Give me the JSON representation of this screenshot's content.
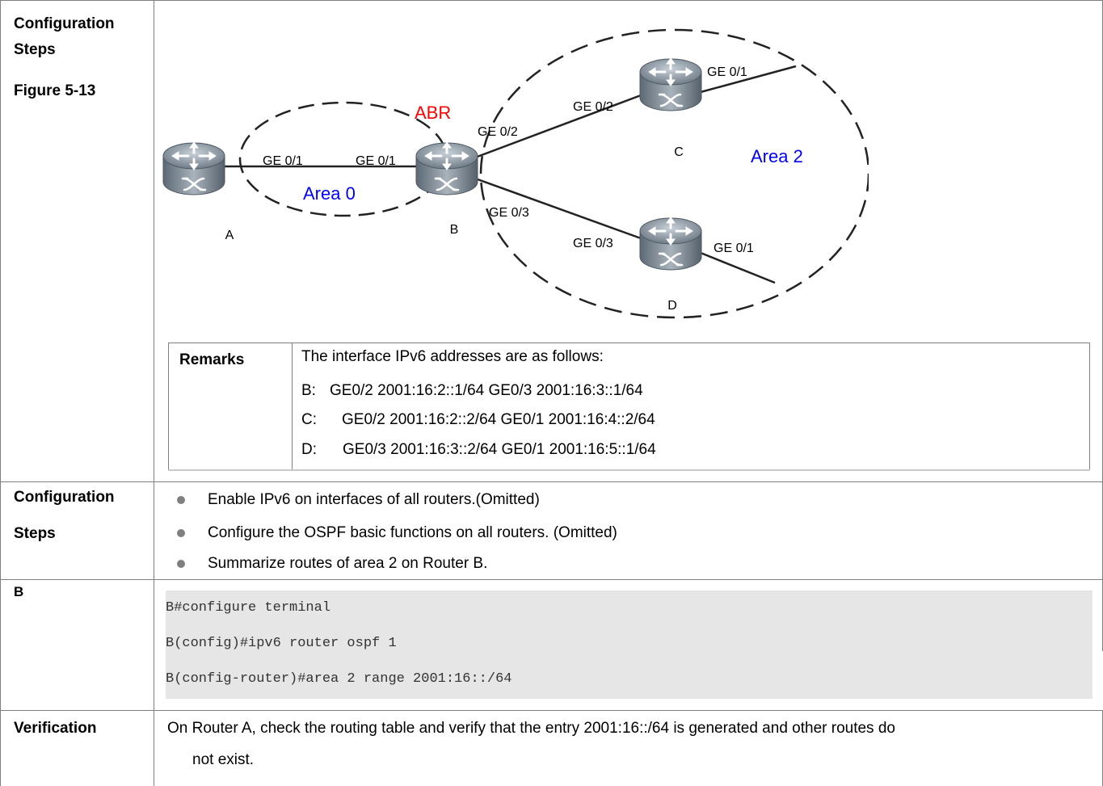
{
  "figure": {
    "section_label_line1": "Configuration",
    "section_label_line2": "Steps",
    "section_label_line3": "Figure 5-13",
    "diagram": {
      "abr_label": "ABR",
      "area0_label": "Area 0",
      "area2_label": "Area 2",
      "routers": [
        {
          "name": "A"
        },
        {
          "name": "B"
        },
        {
          "name": "C"
        },
        {
          "name": "D"
        }
      ],
      "ports": {
        "a_ge01": "GE 0/1",
        "b_ge01": "GE 0/1",
        "b_ge02": "GE 0/2",
        "b_ge03": "GE 0/3",
        "c_ge02": "GE 0/2",
        "c_ge01": "GE 0/1",
        "d_ge03": "GE 0/3",
        "d_ge01": "GE 0/1"
      },
      "colors": {
        "abr": "#ff0000",
        "area": "#0000ff",
        "router": "#6f7b86"
      }
    },
    "remarks": {
      "label": "Remarks",
      "intro": "The interface IPv6 addresses are as follows:",
      "lines": [
        {
          "prefix": "B:",
          "text": "GE0/2 2001:16:2::1/64 GE0/3 2001:16:3::1/64"
        },
        {
          "prefix": "C:",
          "text": "GE0/2 2001:16:2::2/64 GE0/1 2001:16:4::2/64"
        },
        {
          "prefix": "D:",
          "text": "GE0/3 2001:16:3::2/64 GE0/1 2001:16:5::1/64"
        }
      ]
    }
  },
  "steps": {
    "label_line1": "Configuration",
    "label_line2": "Steps",
    "bullets": [
      "Enable IPv6 on interfaces of all routers.(Omitted)",
      "Configure the OSPF basic functions on all routers. (Omitted)",
      "Summarize routes of area 2 on Router B."
    ]
  },
  "router_b": {
    "label": "B",
    "commands": [
      "B#configure terminal",
      "B(config)#ipv6 router ospf 1",
      "B(config-router)#area 2 range 2001:16::/64"
    ]
  },
  "verification": {
    "label": "Verification",
    "line1": "On Router A, check the routing table and verify that the entry 2001:16::/64 is generated and other routes do",
    "line2": "not exist."
  }
}
